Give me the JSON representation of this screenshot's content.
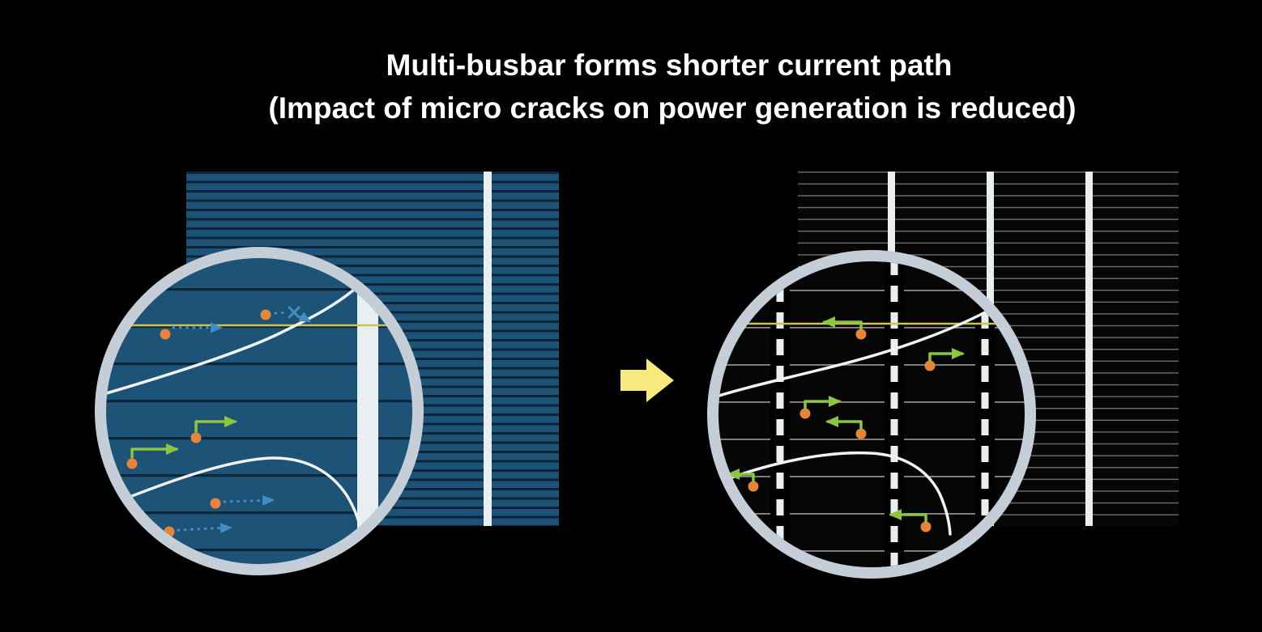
{
  "title": {
    "line1": "Multi-busbar forms shorter current path",
    "line2": "(Impact of micro cracks on power generation is reduced)"
  },
  "icons": {
    "transition_arrow": "right-block-arrow",
    "blocked_path_marker": "x-cross"
  },
  "colors": {
    "background": "#000000",
    "title_text": "#ffffff",
    "cell_blue": "#1d5377",
    "cell_blue_stripe": "#0c2639",
    "cell_black": "#060606",
    "cell_black_stripe": "#6f6f6f",
    "zoom_black_stripe": "#8a8a8a",
    "busbar_white": "#e9eef1",
    "magnifier_ring": "#c5ced7",
    "crack_white": "#f2f2f2",
    "highlight_yellow_line": "#cfc24d",
    "transition_arrow_yellow": "#f8e97e",
    "electron_orange": "#e8833a",
    "long_path_blue": "#3f8fc4",
    "short_path_green": "#8cc63f"
  }
}
